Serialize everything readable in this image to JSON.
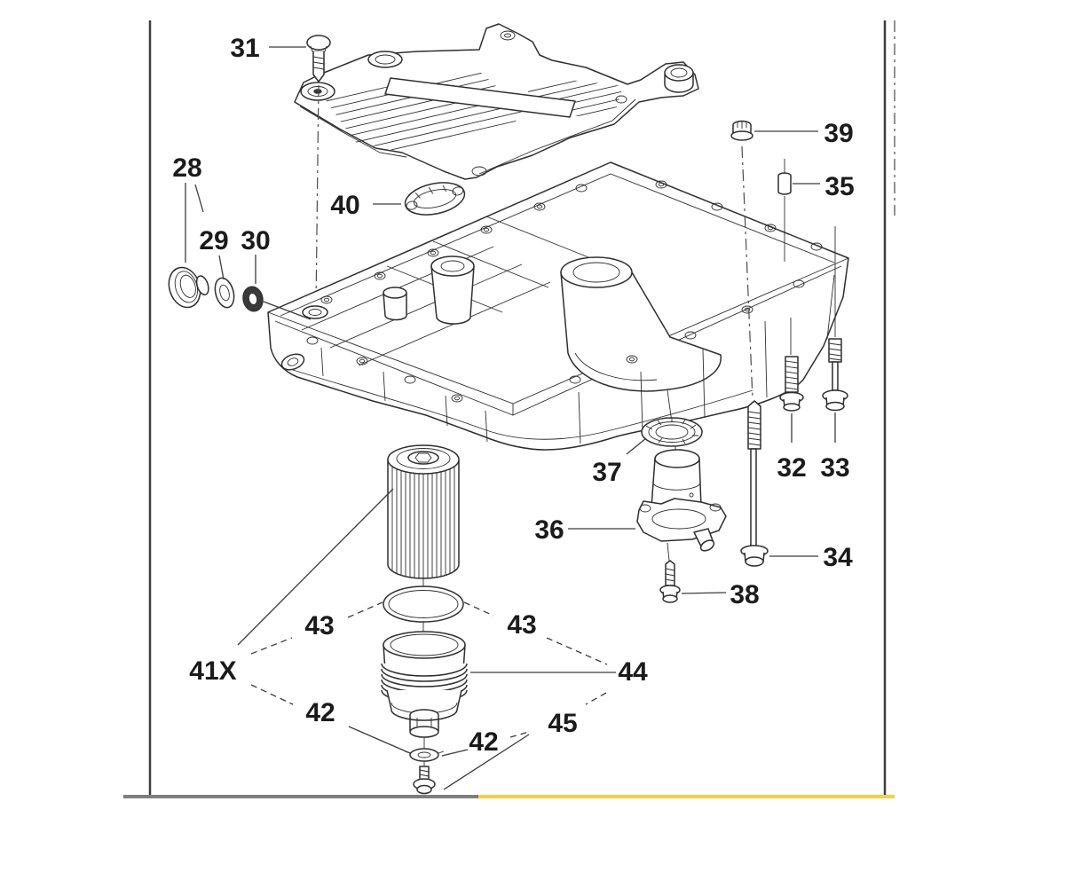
{
  "figure": {
    "kind": "exploded-parts-diagram",
    "callouts": [
      {
        "id": "31",
        "label": "31"
      },
      {
        "id": "28",
        "label": "28"
      },
      {
        "id": "29",
        "label": "29"
      },
      {
        "id": "30",
        "label": "30"
      },
      {
        "id": "40",
        "label": "40"
      },
      {
        "id": "39",
        "label": "39"
      },
      {
        "id": "35",
        "label": "35"
      },
      {
        "id": "37",
        "label": "37"
      },
      {
        "id": "36",
        "label": "36"
      },
      {
        "id": "32",
        "label": "32"
      },
      {
        "id": "33",
        "label": "33"
      },
      {
        "id": "34",
        "label": "34"
      },
      {
        "id": "38",
        "label": "38"
      },
      {
        "id": "43a",
        "label": "43"
      },
      {
        "id": "43b",
        "label": "43"
      },
      {
        "id": "41X",
        "label": "41X"
      },
      {
        "id": "44",
        "label": "44"
      },
      {
        "id": "42a",
        "label": "42"
      },
      {
        "id": "42b",
        "label": "42"
      },
      {
        "id": "45",
        "label": "45"
      }
    ],
    "rules": {
      "gray_color": "#7e7e7e",
      "highlight_color": "#f2d33c",
      "border_color": "#3d3d3d"
    },
    "colors": {
      "line": "#2e2e2e",
      "label": "#1b1b1b",
      "background": "#ffffff"
    }
  }
}
